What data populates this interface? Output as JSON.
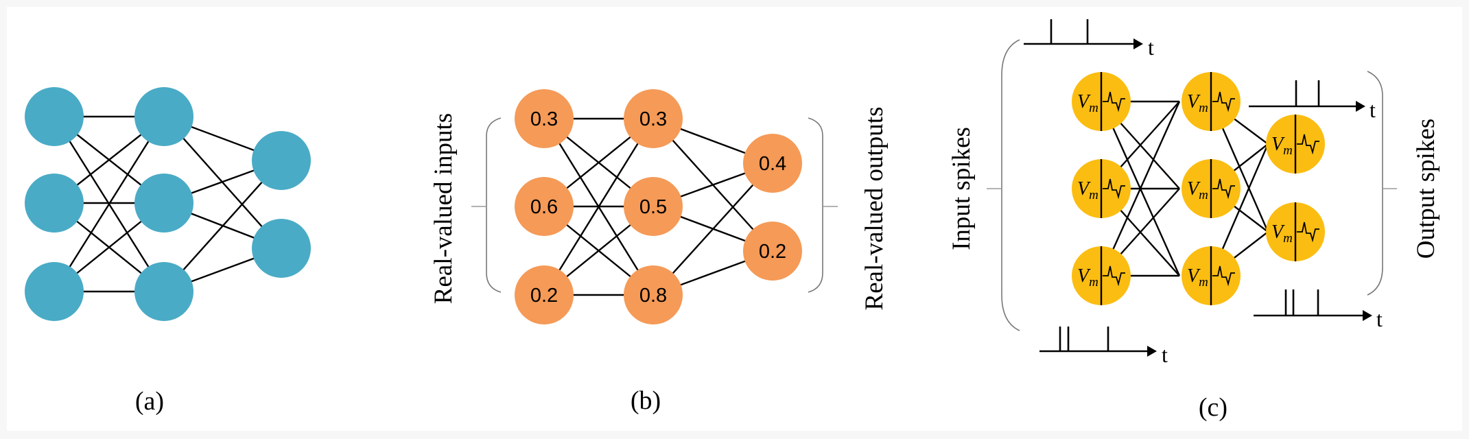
{
  "colors": {
    "background": "#f7f7f7",
    "panel": "#ffffff",
    "ann_node": "#4aabc6",
    "rv_node": "#f59a57",
    "snn_node": "#fbbd11",
    "line": "#000000"
  },
  "panels": {
    "a": {
      "caption": "(a)"
    },
    "b": {
      "caption": "(b)",
      "input_label": "Real-valued inputs",
      "output_label": "Real-valued outputs",
      "input_values": [
        "0.3",
        "0.6",
        "0.2"
      ],
      "hidden_values": [
        "0.3",
        "0.5",
        "0.8"
      ],
      "output_values": [
        "0.4",
        "0.2"
      ]
    },
    "c": {
      "caption": "(c)",
      "input_label": "Input spikes",
      "output_label": "Output spikes",
      "neuron_label": "V",
      "neuron_subscript": "m",
      "time_label": "t"
    }
  },
  "icons": [
    "membrane-potential-trace-icon",
    "spike-train-arrow-icon"
  ]
}
